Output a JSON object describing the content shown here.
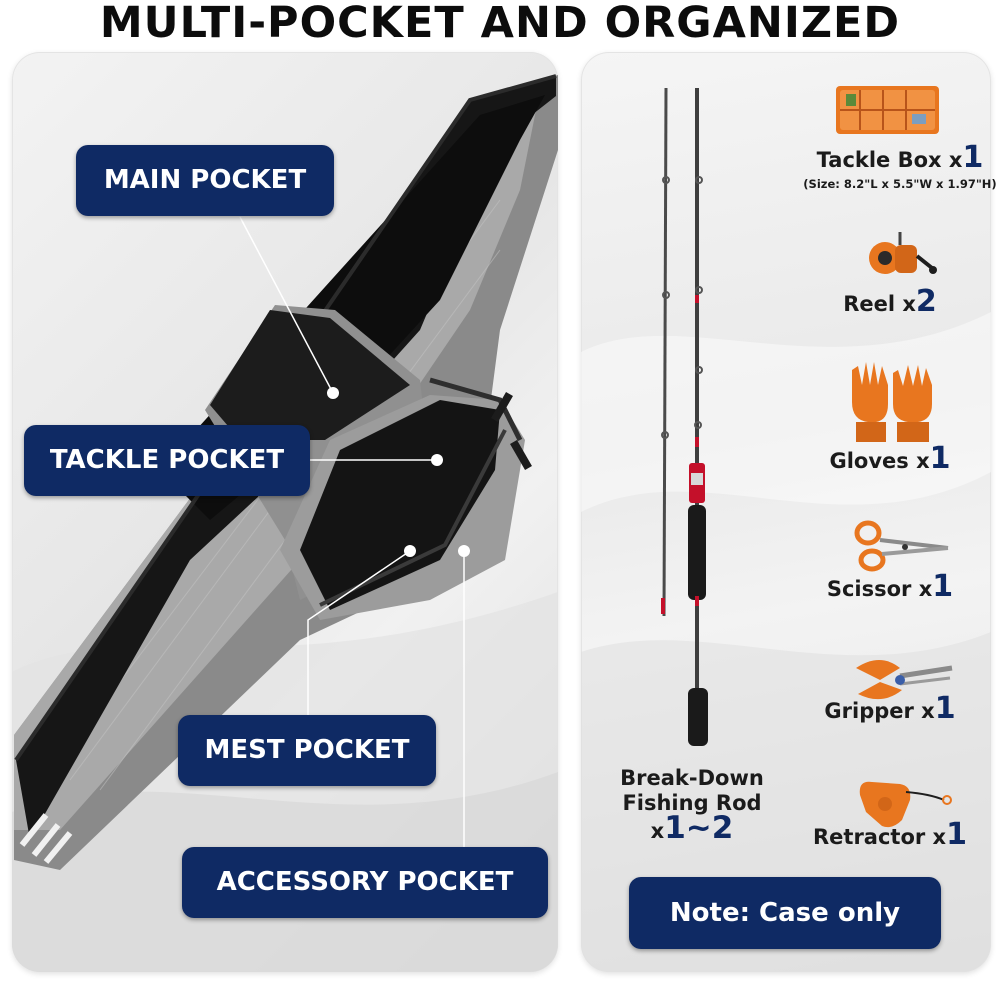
{
  "title": "MULTI-POCKET AND ORGANIZED",
  "pockets": {
    "main": "MAIN POCKET",
    "tackle": "TACKLE POCKET",
    "mest": "MEST POCKET",
    "accessory": "ACCESSORY POCKET"
  },
  "items": {
    "tackle_box": {
      "label": "Tackle Box x",
      "count": "1",
      "size": "(Size: 8.2\"L x 5.5\"W x 1.97\"H)"
    },
    "reel": {
      "label": "Reel x",
      "count": "2"
    },
    "gloves": {
      "label": "Gloves x",
      "count": "1"
    },
    "scissor": {
      "label": "Scissor x",
      "count": "1"
    },
    "gripper": {
      "label": "Gripper x",
      "count": "1"
    },
    "retractor": {
      "label": "Retractor x",
      "count": "1"
    }
  },
  "rod": {
    "line1": "Break-Down",
    "line2": "Fishing Rod",
    "prefix": "x",
    "count": "1~2"
  },
  "note": "Note: Case only",
  "colors": {
    "badge": "#0f2a64",
    "accent_orange": "#e8761f",
    "accent_red": "#c4102a"
  }
}
